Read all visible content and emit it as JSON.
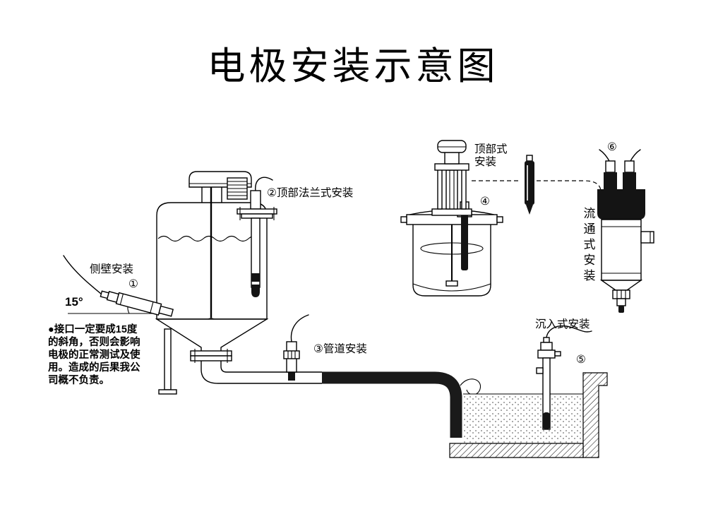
{
  "title": "电极安装示意图",
  "labels": {
    "side_wall": "侧壁安装",
    "num1": "①",
    "angle": "15°",
    "top_flange": "②顶部法兰式安装",
    "pipeline": "③管道安装",
    "top_type_1": "顶部式",
    "top_type_2": "安装",
    "num4": "④",
    "immersion": "沉入式安装",
    "num5": "⑤",
    "num6": "⑥",
    "flow_chars": [
      "流",
      "通",
      "式",
      "安",
      "装"
    ]
  },
  "warning": {
    "lines": [
      "●接口一定要成15度",
      "的斜角，否则会影响",
      "电极的正常测试及使",
      "用。造成的后果我公",
      "司概不负责。"
    ]
  },
  "colors": {
    "ink": "#000000",
    "dark_fill": "#141414",
    "paper": "#ffffff"
  }
}
